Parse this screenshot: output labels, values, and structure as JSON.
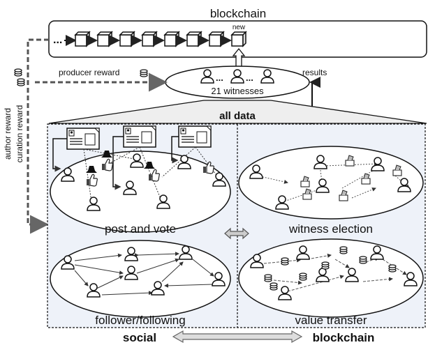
{
  "labels": {
    "blockchain_title": "blockchain",
    "new_block": "new",
    "producer_reward": "producer reward",
    "witnesses": "21 witnesses",
    "results": "results",
    "author_reward": "author reward",
    "curation_reward": "curation reward",
    "all_data": "all data",
    "post_and_vote": "post and vote",
    "witness_election": "witness election",
    "follower_following": "follower/following",
    "value_transfer": "value transfer",
    "social": "social",
    "blockchain_bottom": "blockchain",
    "ellipsis": "..."
  }
}
